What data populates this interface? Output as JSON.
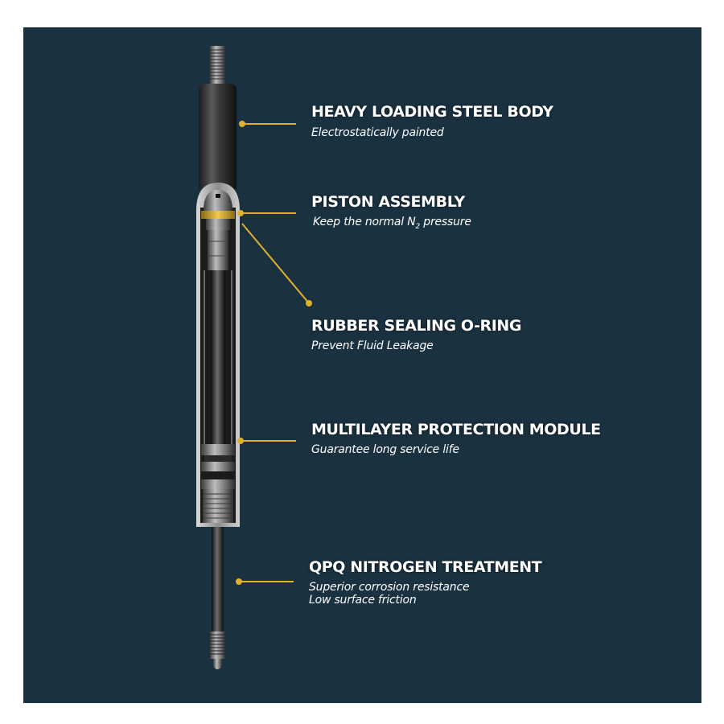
{
  "colors": {
    "background": "#1a3140",
    "page": "#ffffff",
    "accent_leader": "#e1b12c",
    "text": "#ffffff"
  },
  "features": [
    {
      "title": "HEAVY LOADING STEEL BODY",
      "lines": [
        "Electrostatically painted"
      ]
    },
    {
      "title": "PISTON ASSEMBLY",
      "subtitle_before": "Keep the normal N",
      "subscript": "2",
      "subtitle_after": " pressure"
    },
    {
      "title": "RUBBER SEALING O-RING",
      "lines": [
        "Prevent Fluid Leakage"
      ]
    },
    {
      "title": "MULTILAYER PROTECTION MODULE",
      "lines": [
        "Guarantee long service life"
      ]
    },
    {
      "title": "QPQ NITROGEN TREATMENT",
      "lines": [
        "Superior  corrosion resistance",
        "Low surface friction"
      ]
    }
  ]
}
